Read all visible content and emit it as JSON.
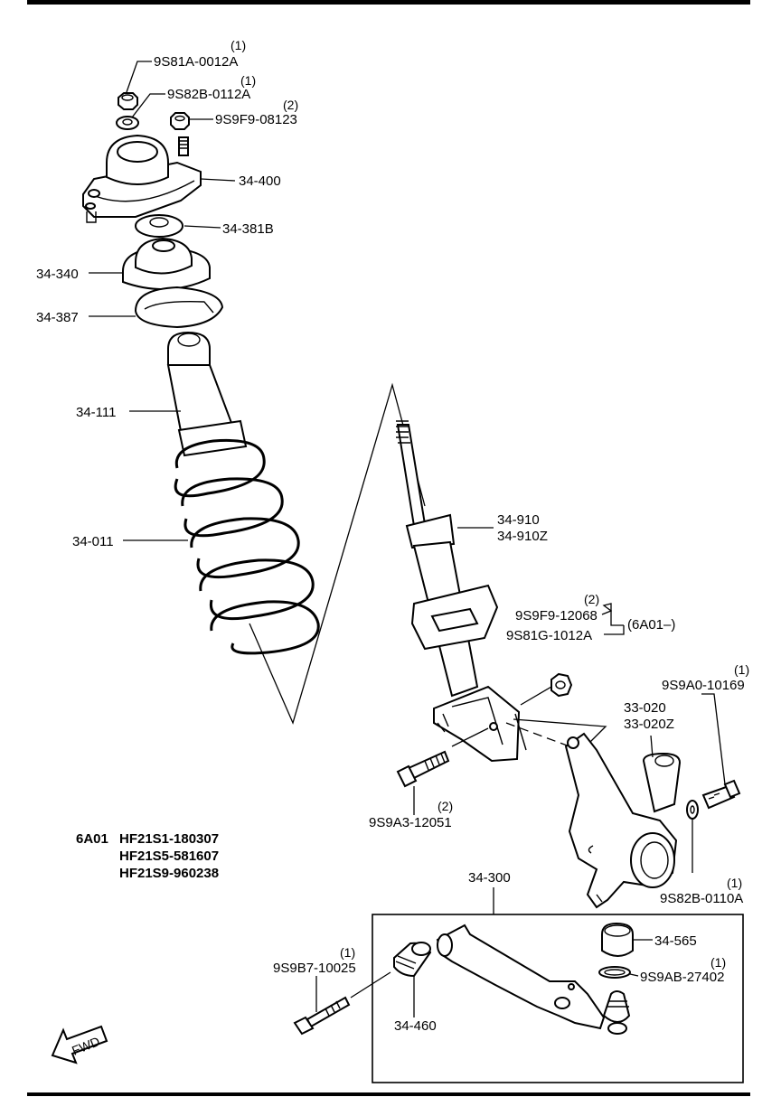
{
  "labels": {
    "l_9s81a": "9S81A-0012A",
    "q_9s81a": "(1)",
    "l_9s82b_top": "9S82B-0112A",
    "q_9s82b_top": "(1)",
    "l_9s9f9_08123": "9S9F9-08123",
    "q_9s9f9_08123": "(2)",
    "l_34400": "34-400",
    "l_34381b": "34-381B",
    "l_34340": "34-340",
    "l_34387": "34-387",
    "l_34111": "34-111",
    "l_34011": "34-011",
    "l_34910": "34-910",
    "l_34910z": "34-910Z",
    "l_9s9f9_12068": "9S9F9-12068",
    "q_9s9f9_12068": "(2)",
    "l_9s81g": "9S81G-1012A",
    "l_6a01_note": "(6A01–)",
    "l_9s9a0": "9S9A0-10169",
    "q_9s9a0": "(1)",
    "l_33020": "33-020",
    "l_33020z": "33-020Z",
    "l_9s9a3": "9S9A3-12051",
    "q_9s9a3": "(2)",
    "l_9s82b_bot": "9S82B-0110A",
    "q_9s82b_bot": "(1)",
    "l_34300": "34-300",
    "l_34565": "34-565",
    "l_9s9ab": "9S9AB-27402",
    "q_9s9ab": "(1)",
    "l_9s9b7": "9S9B7-10025",
    "q_9s9b7": "(1)",
    "l_34460": "34-460"
  },
  "serial_block": {
    "code": "6A01",
    "lines": [
      "HF21S1-180307",
      "HF21S5-581607",
      "HF21S9-960238"
    ]
  },
  "fwd_label": "FWD"
}
